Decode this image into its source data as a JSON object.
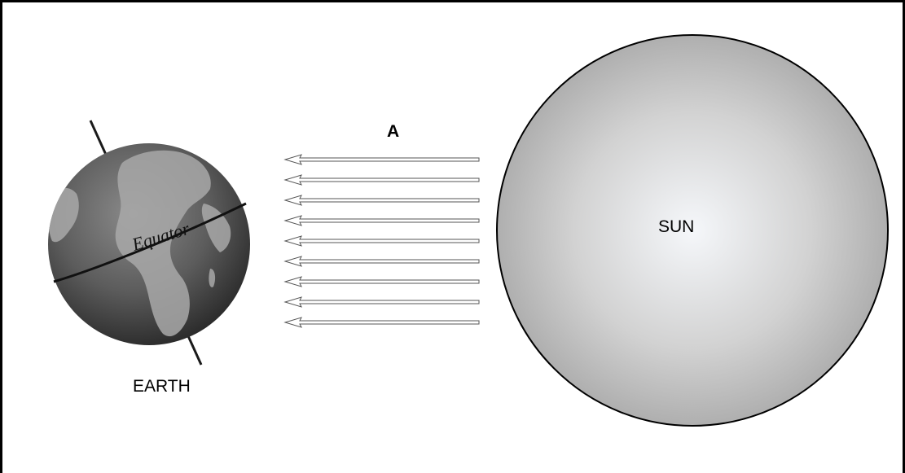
{
  "labels": {
    "arrows": "A",
    "earth": "EARTH",
    "sun": "SUN",
    "equator": "Equator"
  },
  "rays": {
    "count": 9,
    "direction": "toward-earth"
  },
  "colors": {
    "earth_dark": "#3a3a3a",
    "earth_land": "#a0a0a0",
    "sun_center": "#f4f6f8",
    "sun_edge": "#a8a8a8"
  }
}
